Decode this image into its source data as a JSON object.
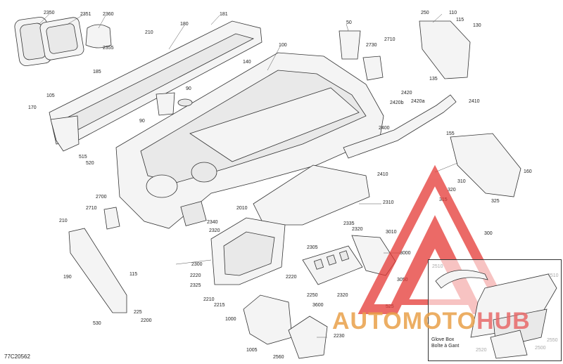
{
  "figure_code": "77C20562",
  "watermark": {
    "part1": "AUTOMOTO",
    "part2": "HUB",
    "color1": "#e9a14a",
    "color2": "#e86a6a",
    "logo_color": "#e53935"
  },
  "inset_caption": {
    "line1": "Glove Box",
    "line2": "Boîte à Gant"
  },
  "callouts": [
    {
      "id": "c1",
      "text": "2350"
    },
    {
      "id": "c2",
      "text": "2351"
    },
    {
      "id": "c3",
      "text": "2360"
    },
    {
      "id": "c4",
      "text": "181"
    },
    {
      "id": "c5",
      "text": "2355"
    },
    {
      "id": "c6",
      "text": "210"
    },
    {
      "id": "c7",
      "text": "180"
    },
    {
      "id": "c8",
      "text": "50"
    },
    {
      "id": "c9",
      "text": "250"
    },
    {
      "id": "c10",
      "text": "110"
    },
    {
      "id": "c11",
      "text": "115"
    },
    {
      "id": "c12",
      "text": "130"
    },
    {
      "id": "c13",
      "text": "100"
    },
    {
      "id": "c14",
      "text": "2710"
    },
    {
      "id": "c15",
      "text": "2730"
    },
    {
      "id": "c16",
      "text": "185"
    },
    {
      "id": "c17",
      "text": "140"
    },
    {
      "id": "c18",
      "text": "105"
    },
    {
      "id": "c19",
      "text": "90"
    },
    {
      "id": "c20",
      "text": "135"
    },
    {
      "id": "c21",
      "text": "170"
    },
    {
      "id": "c22",
      "text": "2420"
    },
    {
      "id": "c23",
      "text": "2420b"
    },
    {
      "id": "c24",
      "text": "2420a"
    },
    {
      "id": "c25",
      "text": "2410"
    },
    {
      "id": "c26",
      "text": "90"
    },
    {
      "id": "c27",
      "text": "2400"
    },
    {
      "id": "c28",
      "text": "155"
    },
    {
      "id": "c29",
      "text": "515"
    },
    {
      "id": "c30",
      "text": "520"
    },
    {
      "id": "c31",
      "text": "160"
    },
    {
      "id": "c32",
      "text": "2410"
    },
    {
      "id": "c33",
      "text": "310"
    },
    {
      "id": "c34",
      "text": "2700"
    },
    {
      "id": "c35",
      "text": "320"
    },
    {
      "id": "c36",
      "text": "315"
    },
    {
      "id": "c37",
      "text": "325"
    },
    {
      "id": "c38",
      "text": "2310"
    },
    {
      "id": "c39",
      "text": "2710"
    },
    {
      "id": "c40",
      "text": "2010"
    },
    {
      "id": "c41",
      "text": "210"
    },
    {
      "id": "c42",
      "text": "2340"
    },
    {
      "id": "c43",
      "text": "2320"
    },
    {
      "id": "c44",
      "text": "2335"
    },
    {
      "id": "c45",
      "text": "2320"
    },
    {
      "id": "c46",
      "text": "3010"
    },
    {
      "id": "c47",
      "text": "300"
    },
    {
      "id": "c48",
      "text": "2305"
    },
    {
      "id": "c49",
      "text": "3000"
    },
    {
      "id": "c50",
      "text": "190"
    },
    {
      "id": "c51",
      "text": "115"
    },
    {
      "id": "c52",
      "text": "2300"
    },
    {
      "id": "c53",
      "text": "2220"
    },
    {
      "id": "c54",
      "text": "2220"
    },
    {
      "id": "c55",
      "text": "3050"
    },
    {
      "id": "c56",
      "text": "2510"
    },
    {
      "id": "c57",
      "text": "2510"
    },
    {
      "id": "c58",
      "text": "2325"
    },
    {
      "id": "c59",
      "text": "2210"
    },
    {
      "id": "c60",
      "text": "2250"
    },
    {
      "id": "c61",
      "text": "2320"
    },
    {
      "id": "c62",
      "text": "2215"
    },
    {
      "id": "c63",
      "text": "3600"
    },
    {
      "id": "c64",
      "text": "525"
    },
    {
      "id": "c65",
      "text": "225"
    },
    {
      "id": "c66",
      "text": "530"
    },
    {
      "id": "c67",
      "text": "2200"
    },
    {
      "id": "c68",
      "text": "1000"
    },
    {
      "id": "c69",
      "text": "2230"
    },
    {
      "id": "c70",
      "text": "1005"
    },
    {
      "id": "c71",
      "text": "2560"
    },
    {
      "id": "c72",
      "text": "2550"
    },
    {
      "id": "c73",
      "text": "2500"
    },
    {
      "id": "c74",
      "text": "2520"
    }
  ]
}
